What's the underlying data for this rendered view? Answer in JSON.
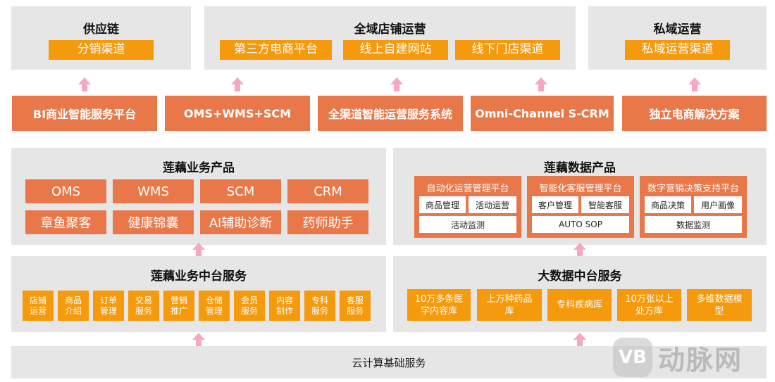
{
  "top": {
    "supply": {
      "title": "供应链",
      "chip": "分销渠道"
    },
    "omni": {
      "title": "全域店铺运营",
      "chips": [
        "第三方电商平台",
        "线上自建网站",
        "线下门店渠道"
      ]
    },
    "private": {
      "title": "私域运营",
      "chip": "私域运营渠道"
    }
  },
  "systems": [
    "BI商业智能服务平台",
    "OMS+WMS+SCM",
    "全渠道智能运营服务系统",
    "Omni-Channel S-CRM",
    "独立电商解决方案"
  ],
  "business_products": {
    "title": "莲藕业务产品",
    "items": [
      "OMS",
      "WMS",
      "SCM",
      "CRM",
      "章鱼聚客",
      "健康锦囊",
      "AI辅助诊断",
      "药师助手"
    ]
  },
  "data_products": {
    "title": "莲藕数据产品",
    "platforms": [
      {
        "title": "自动化运营管理平台",
        "items": [
          "商品管理",
          "活动运营"
        ],
        "wide": "活动监测"
      },
      {
        "title": "智能化客服管理平台",
        "items": [
          "客户管理",
          "智能客服"
        ],
        "wide": "AUTO SOP"
      },
      {
        "title": "数字营销决策支持平台",
        "items": [
          "商品决策",
          "用户画像"
        ],
        "wide": "数据监测"
      }
    ]
  },
  "business_middle": {
    "title": "莲藕业务中台服务",
    "items": [
      "店铺\n运营",
      "商品\n介绍",
      "订单\n管理",
      "交易\n服务",
      "营销\n推广",
      "仓储\n管理",
      "会员\n服务",
      "内容\n制作",
      "专科\n服务",
      "客服\n服务"
    ]
  },
  "bigdata_middle": {
    "title": "大数据中台服务",
    "items": [
      "10万多条医\n学内容库",
      "上万种药品\n库",
      "专科疾病库",
      "10万张以上\n处方库",
      "多维数据模\n型"
    ]
  },
  "cloud": {
    "label": "云计算基础服务"
  },
  "watermark": {
    "logo": "VB",
    "text": "动脉网"
  },
  "colors": {
    "panel": "#e6e6e6",
    "orange": "#f59a0c",
    "coral": "#e8784a",
    "arrow": "#f5a8c0"
  }
}
